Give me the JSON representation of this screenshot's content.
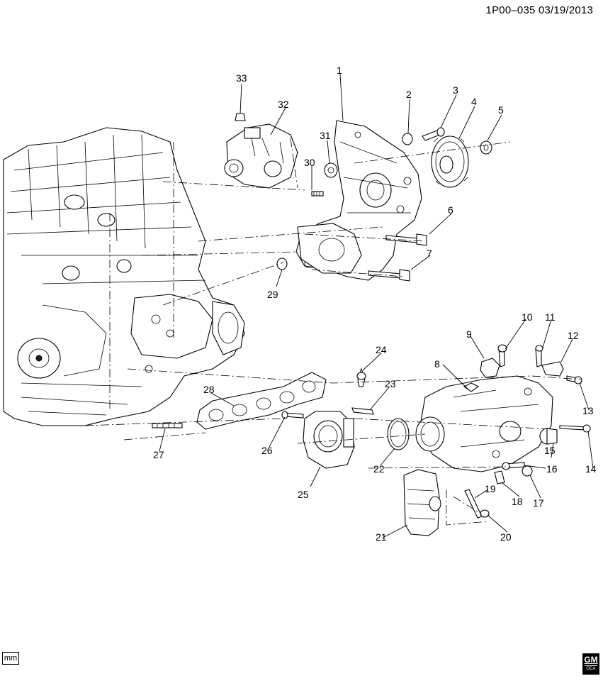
{
  "header": {
    "reference": "1P00–035  03/19/2013"
  },
  "footer": {
    "unit_label": "mm",
    "logo_text": "GM",
    "logo_subtext": "OCA"
  },
  "callouts": [
    {
      "id": "c1",
      "label": "1"
    },
    {
      "id": "c2",
      "label": "2"
    },
    {
      "id": "c3",
      "label": "3"
    },
    {
      "id": "c4",
      "label": "4"
    },
    {
      "id": "c5",
      "label": "5"
    },
    {
      "id": "c6",
      "label": "6"
    },
    {
      "id": "c7",
      "label": "7"
    },
    {
      "id": "c8",
      "label": "8"
    },
    {
      "id": "c9",
      "label": "9"
    },
    {
      "id": "c10",
      "label": "10"
    },
    {
      "id": "c11",
      "label": "11"
    },
    {
      "id": "c12",
      "label": "12"
    },
    {
      "id": "c13",
      "label": "13"
    },
    {
      "id": "c14",
      "label": "14"
    },
    {
      "id": "c15",
      "label": "15"
    },
    {
      "id": "c16",
      "label": "16"
    },
    {
      "id": "c17",
      "label": "17"
    },
    {
      "id": "c18",
      "label": "18"
    },
    {
      "id": "c19",
      "label": "19"
    },
    {
      "id": "c20",
      "label": "20"
    },
    {
      "id": "c21",
      "label": "21"
    },
    {
      "id": "c22",
      "label": "22"
    },
    {
      "id": "c23",
      "label": "23"
    },
    {
      "id": "c24",
      "label": "24"
    },
    {
      "id": "c25",
      "label": "25"
    },
    {
      "id": "c26",
      "label": "26"
    },
    {
      "id": "c27",
      "label": "27"
    },
    {
      "id": "c28",
      "label": "28"
    },
    {
      "id": "c29",
      "label": "29"
    },
    {
      "id": "c30",
      "label": "30"
    },
    {
      "id": "c31",
      "label": "31"
    },
    {
      "id": "c32",
      "label": "32"
    },
    {
      "id": "c33",
      "label": "33"
    }
  ]
}
